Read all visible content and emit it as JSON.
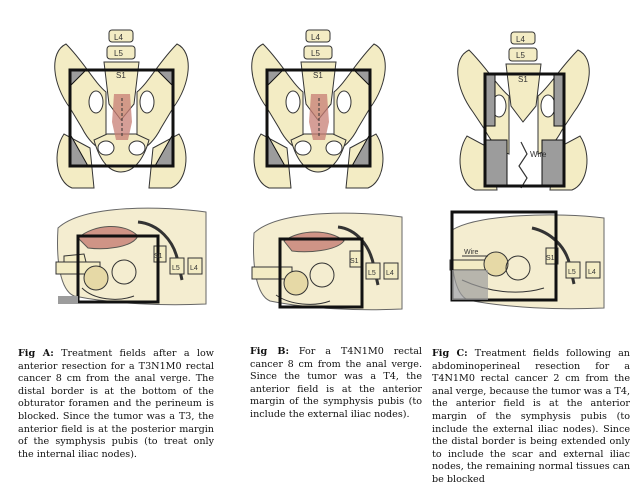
{
  "figures": [
    {
      "id": "A",
      "labels": {
        "l4": "L4",
        "l5": "L5",
        "s1": "S1",
        "sag_s1": "S1",
        "sag_l5": "L5",
        "sag_l4": "L4"
      },
      "caption_head": "Fig A:",
      "caption_body": "Treatment fields after a low anterior resection for a T3N1M0 rectal cancer 8 cm from the anal verge. The distal border is at the bottom of the obturator foramen and the perineum is blocked. Since the tumor was a T3, the anterior field is at the posterior margin of the symphysis pubis (to treat only the internal iliac nodes)."
    },
    {
      "id": "B",
      "labels": {
        "l4": "L4",
        "l5": "L5",
        "s1": "S1",
        "sag_s1": "S1",
        "sag_l5": "L5",
        "sag_l4": "L4"
      },
      "caption_head": "Fig B:",
      "caption_body": "For a T4N1M0 rectal cancer 8 cm from the anal verge. Since the tumor was a T4, the anterior field is at the anterior margin of the symphysis pubis (to include the external iliac nodes)."
    },
    {
      "id": "C",
      "labels": {
        "l4": "L4",
        "l5": "L5",
        "s1": "S1",
        "wire": "Wire",
        "sag_wire": "Wire",
        "sag_s1": "S1",
        "sag_l5": "L5",
        "sag_l4": "L4"
      },
      "caption_head": "Fig C:",
      "caption_body": "Treatment fields following an abdominoperineal resection for a T4N1M0 rectal cancer 2 cm from the anal verge, because the tumor was a T4, the anterior field is at the anterior margin of the symphysis pubis (to include the external iliac nodes). Since the distal border is being extended only to include the scar and external iliac nodes, the remaining normal tissues can be blocked"
    }
  ],
  "colors": {
    "bone": "#f3ecc4",
    "outline": "#333333",
    "tumor": "#c77e74",
    "block": "#9c9c9c",
    "field": "#111111"
  }
}
